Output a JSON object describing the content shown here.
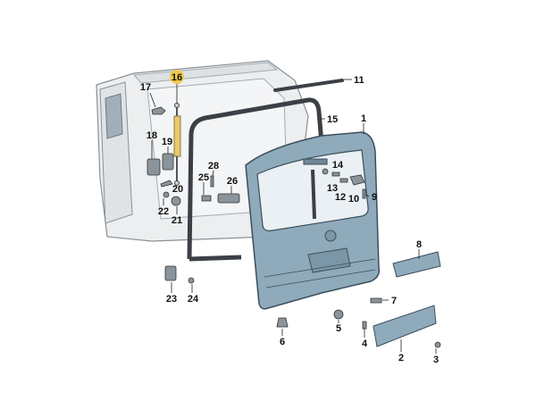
{
  "diagram": {
    "highlighted_part": "16",
    "colors": {
      "highlight": "#f2c94c",
      "tailgate": "#8eaabb",
      "body": "#eceeef",
      "seal": "#3c4046",
      "strut": "#e8c86a"
    },
    "labels": {
      "p1": "1",
      "p2": "2",
      "p3": "3",
      "p4": "4",
      "p5": "5",
      "p6": "6",
      "p7": "7",
      "p8": "8",
      "p9": "9",
      "p10": "10",
      "p11": "11",
      "p12": "12",
      "p13": "13",
      "p14": "14",
      "p15": "15",
      "p16": "16",
      "p17": "17",
      "p18": "18",
      "p19": "19",
      "p20": "20",
      "p21": "21",
      "p22": "22",
      "p23": "23",
      "p24": "24",
      "p25": "25",
      "p26": "26",
      "p28": "28"
    }
  }
}
